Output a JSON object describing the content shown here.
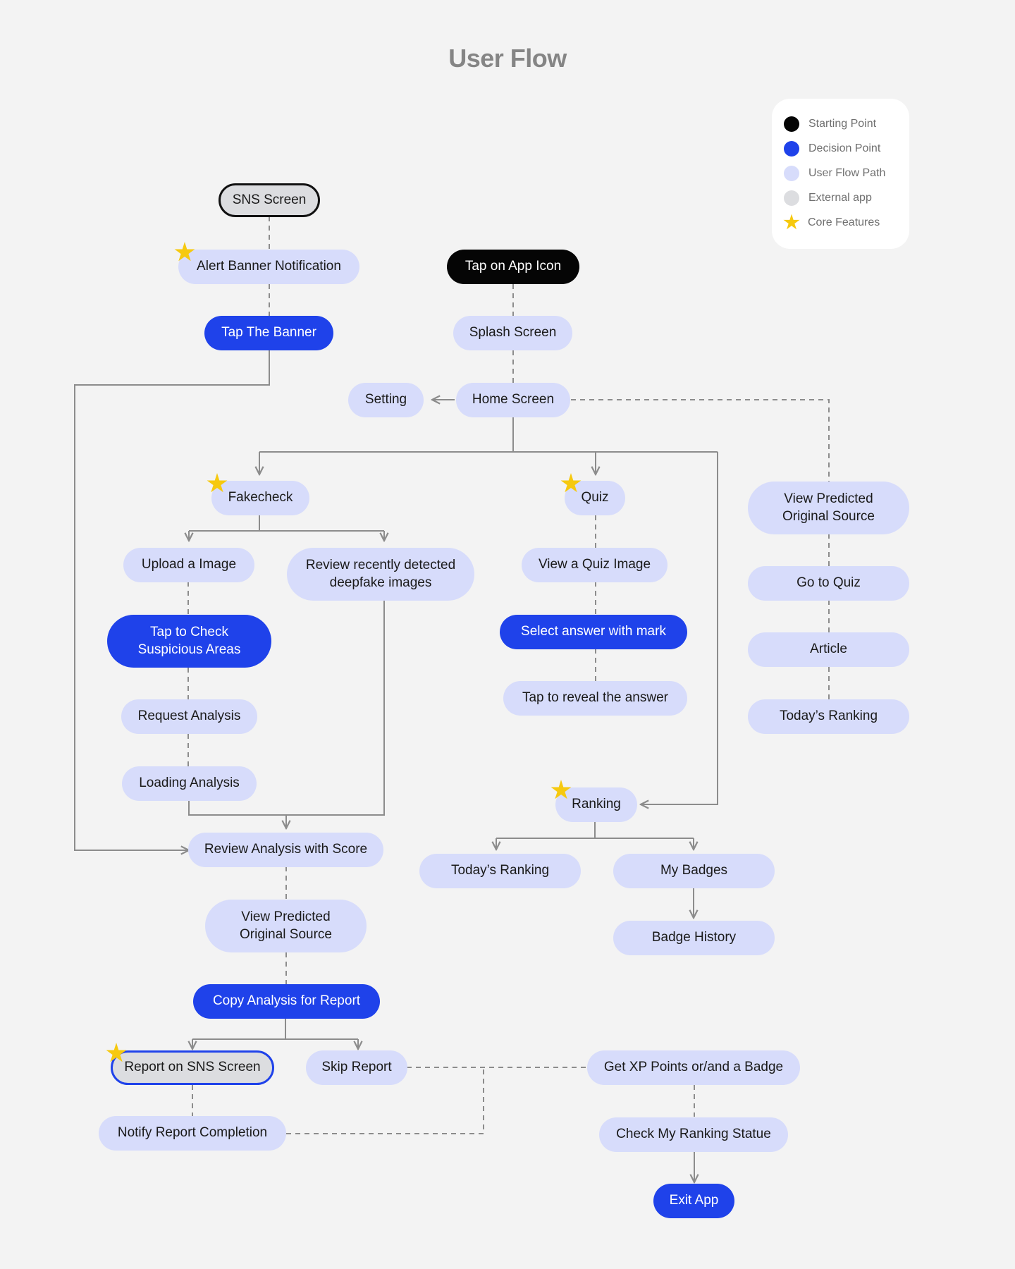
{
  "title": "User Flow",
  "colors": {
    "background": "#f3f3f3",
    "user_flow_path": "#d7dcfb",
    "decision_point": "#1f42ea",
    "starting_point": "#050505",
    "external_app": "#dcdde0",
    "core_feature_star": "#f6c90f",
    "connector": "#8c8c8c"
  },
  "legend": [
    {
      "label": "Starting Point",
      "kind": "start"
    },
    {
      "label": "Decision Point",
      "kind": "decision"
    },
    {
      "label": "User Flow Path",
      "kind": "path"
    },
    {
      "label": "External app",
      "kind": "external"
    },
    {
      "label": "Core Features",
      "kind": "core",
      "icon": "star-icon"
    }
  ],
  "nodes": {
    "sns_screen": {
      "label": "SNS Screen",
      "kind": "external"
    },
    "alert_banner": {
      "label": "Alert Banner Notification",
      "kind": "path",
      "core": true
    },
    "tap_banner": {
      "label": "Tap The Banner",
      "kind": "decision"
    },
    "tap_app_icon": {
      "label": "Tap on App Icon",
      "kind": "start"
    },
    "splash_screen": {
      "label": "Splash Screen",
      "kind": "path"
    },
    "home_screen": {
      "label": "Home Screen",
      "kind": "path"
    },
    "setting": {
      "label": "Setting",
      "kind": "path"
    },
    "fakecheck": {
      "label": "Fakecheck",
      "kind": "path",
      "core": true
    },
    "upload_image": {
      "label": "Upload a Image",
      "kind": "path"
    },
    "review_recent": {
      "label": "Review recently detected\ndeepfake images",
      "kind": "path"
    },
    "tap_check": {
      "label": "Tap to Check\nSuspicious Areas",
      "kind": "decision"
    },
    "request_analysis": {
      "label": "Request Analysis",
      "kind": "path"
    },
    "loading_analysis": {
      "label": "Loading Analysis",
      "kind": "path"
    },
    "review_score": {
      "label": "Review Analysis with Score",
      "kind": "path"
    },
    "view_source_left": {
      "label": "View Predicted\nOriginal Source",
      "kind": "path"
    },
    "copy_analysis": {
      "label": "Copy Analysis for Report",
      "kind": "decision"
    },
    "report_sns": {
      "label": "Report on SNS Screen",
      "kind": "external-core",
      "core": true
    },
    "skip_report": {
      "label": "Skip Report",
      "kind": "path"
    },
    "notify_report": {
      "label": "Notify Report Completion",
      "kind": "path"
    },
    "quiz": {
      "label": "Quiz",
      "kind": "path",
      "core": true
    },
    "view_quiz_image": {
      "label": "View a Quiz Image",
      "kind": "path"
    },
    "select_answer": {
      "label": "Select answer with mark",
      "kind": "decision"
    },
    "reveal_answer": {
      "label": "Tap to reveal the answer",
      "kind": "path"
    },
    "ranking": {
      "label": "Ranking",
      "kind": "path",
      "core": true
    },
    "todays_ranking_mid": {
      "label": "Today’s Ranking",
      "kind": "path"
    },
    "my_badges": {
      "label": "My Badges",
      "kind": "path"
    },
    "badge_history": {
      "label": "Badge History",
      "kind": "path"
    },
    "view_source_right": {
      "label": "View Predicted\nOriginal Source",
      "kind": "path"
    },
    "go_to_quiz": {
      "label": "Go to Quiz",
      "kind": "path"
    },
    "article": {
      "label": "Article",
      "kind": "path"
    },
    "todays_ranking_right": {
      "label": "Today’s Ranking",
      "kind": "path"
    },
    "get_xp": {
      "label": "Get XP Points or/and a Badge",
      "kind": "path"
    },
    "check_ranking": {
      "label": "Check My Ranking Statue",
      "kind": "path"
    },
    "exit_app": {
      "label": "Exit App",
      "kind": "decision"
    }
  }
}
